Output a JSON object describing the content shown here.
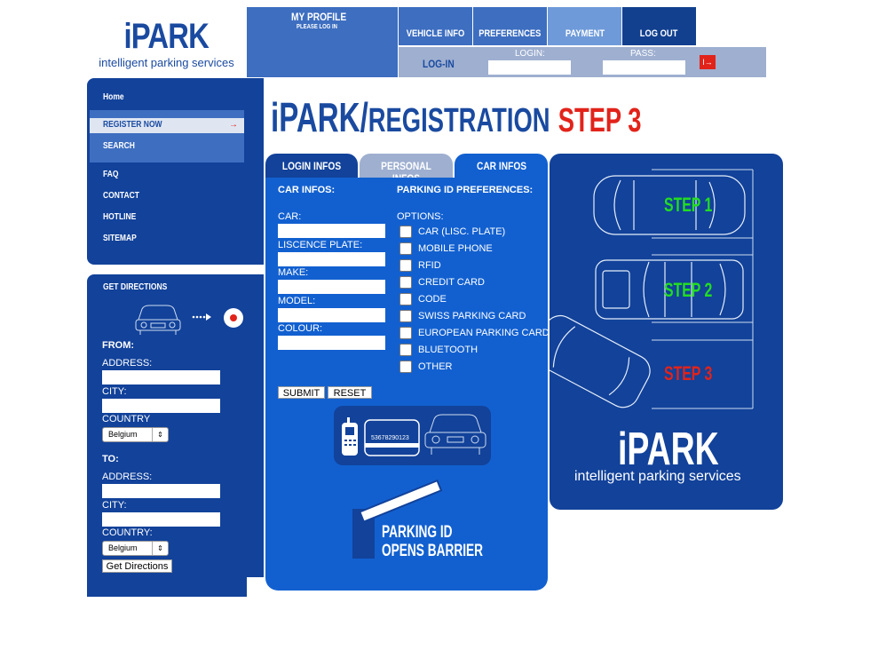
{
  "logo": {
    "title": "iPARK",
    "subtitle": "intelligent parking services"
  },
  "profile": {
    "title": "MY PROFILE",
    "subtitle": "PLEASE LOG IN"
  },
  "nav": {
    "vehicle": "VEHICLE INFO",
    "preferences": "PREFERENCES",
    "payment": "PAYMENT",
    "logout": "LOG OUT"
  },
  "login": {
    "label": "LOG-IN",
    "login_caption": "LOGIN:",
    "pass_caption": "PASS:",
    "go": "I→"
  },
  "sidebar": {
    "items": [
      "Home",
      "REGISTER NOW",
      "SEARCH",
      "FAQ",
      "CONTACT",
      "HOTLINE",
      "SITEMAP"
    ]
  },
  "directions": {
    "title": "GET DIRECTIONS",
    "from": "FROM:",
    "to": "TO:",
    "address": "ADDRESS:",
    "city": "CITY:",
    "country": "COUNTRY",
    "country2": "COUNTRY:",
    "country_value": "Belgium",
    "button": "Get Directions"
  },
  "heading": {
    "brand": "iPARK/",
    "sub": "REGISTRATION",
    "step": "STEP 3"
  },
  "form_tabs": [
    "LOGIN INFOS",
    "PERSONAL INFOS",
    "CAR INFOS"
  ],
  "car_infos": {
    "title": "CAR INFOS:",
    "fields": [
      "CAR:",
      "LISCENCE PLATE:",
      "MAKE:",
      "MODEL:",
      "COLOUR:"
    ]
  },
  "parking_prefs": {
    "title": "PARKING ID PREFERENCES:",
    "options_label": "OPTIONS:",
    "options": [
      "CAR (LISC. PLATE)",
      "MOBILE PHONE",
      "RFID",
      "CREDIT CARD",
      "CODE",
      "SWISS PARKING CARD",
      "EUROPEAN PARKING CARD",
      "BLUETOOTH",
      "OTHER"
    ]
  },
  "buttons": {
    "submit": "SUBMIT",
    "reset": "RESET"
  },
  "card_number": "53678290123",
  "barrier": {
    "line1": "PARKING ID",
    "line2": "OPENS BARRIER"
  },
  "steps": [
    "STEP 1",
    "STEP 2",
    "STEP 3"
  ],
  "right_logo": {
    "title": "iPARK",
    "subtitle": "intelligent parking services"
  },
  "colors": {
    "brand_blue": "#1a4aa0",
    "accent_red": "#e2231a",
    "step_green": "#22dd22",
    "panel_blue": "#1260d0"
  }
}
